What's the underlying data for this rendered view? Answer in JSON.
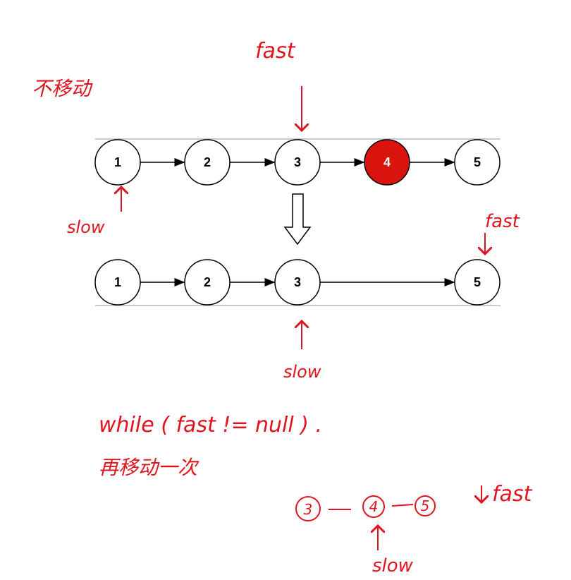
{
  "colors": {
    "annotation": "#e0141e",
    "highlight": "#d9140f",
    "node_stroke": "#000000"
  },
  "top_list": {
    "nodes": [
      "1",
      "2",
      "3",
      "4",
      "5"
    ],
    "highlighted": "4"
  },
  "bottom_list": {
    "nodes": [
      "1",
      "2",
      "3",
      "5"
    ]
  },
  "annotations": {
    "fast_top": "fast",
    "no_move": "不移动",
    "slow_top": "slow",
    "fast_right": "fast",
    "slow_bottom": "slow",
    "loop": "while ( fast != null ) .",
    "move_again": "再移动一次",
    "fast_small": "fast",
    "slow_small": "slow"
  },
  "sketch": {
    "nodes": [
      "3",
      "4",
      "5"
    ]
  }
}
